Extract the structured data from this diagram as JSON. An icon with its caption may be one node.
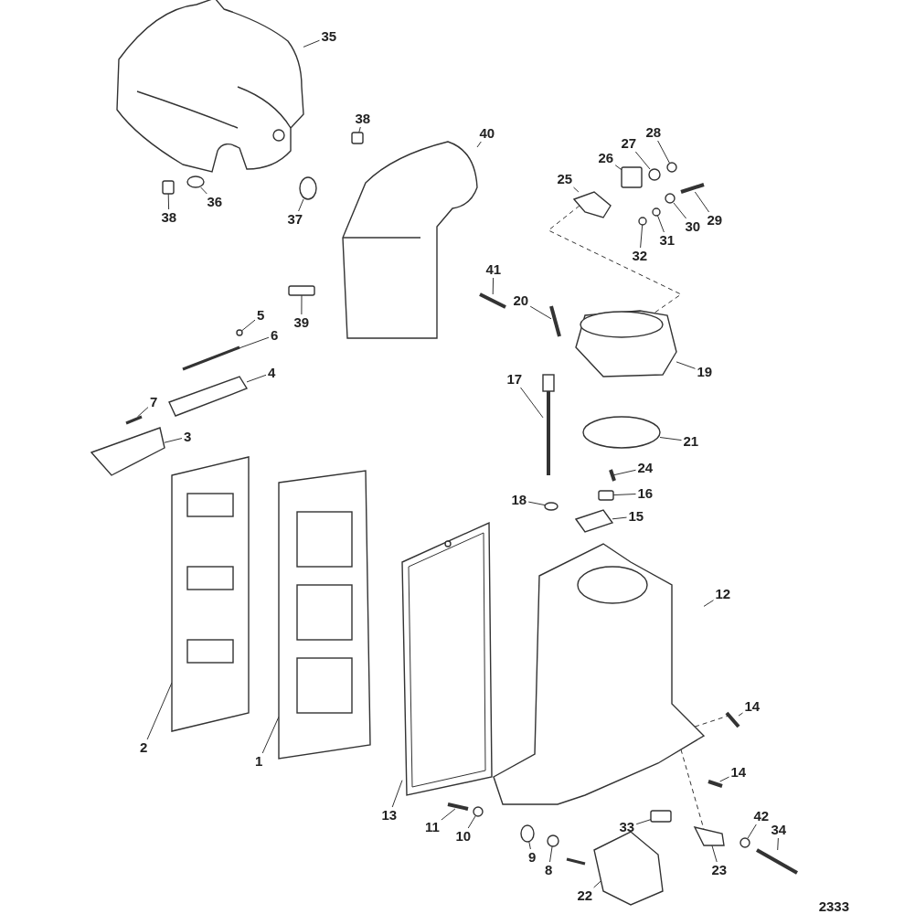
{
  "diagram": {
    "nodes": [
      {
        "text": [
          "35"
        ]
      },
      {
        "text": [
          "38"
        ]
      },
      {
        "text": [
          "38"
        ]
      },
      {
        "text": [
          "36"
        ]
      },
      {
        "text": [
          "37"
        ]
      },
      {
        "text": [
          "40"
        ]
      },
      {
        "text": [
          "28"
        ]
      },
      {
        "text": [
          "27"
        ]
      },
      {
        "text": [
          "26"
        ]
      },
      {
        "text": [
          "25"
        ]
      },
      {
        "text": [
          "29"
        ]
      },
      {
        "text": [
          "30"
        ]
      },
      {
        "text": [
          "31"
        ]
      },
      {
        "text": [
          "32"
        ]
      },
      {
        "text": [
          "41"
        ]
      },
      {
        "text": [
          "20"
        ]
      },
      {
        "text": [
          "39"
        ]
      },
      {
        "text": [
          "5"
        ]
      },
      {
        "text": [
          "6"
        ]
      },
      {
        "text": [
          "19"
        ]
      },
      {
        "text": [
          "4"
        ]
      },
      {
        "text": [
          "17"
        ]
      },
      {
        "text": [
          "7"
        ]
      },
      {
        "text": [
          "21"
        ]
      },
      {
        "text": [
          "3"
        ]
      },
      {
        "text": [
          "24"
        ]
      },
      {
        "text": [
          "18"
        ]
      },
      {
        "text": [
          "16"
        ]
      },
      {
        "text": [
          "15"
        ]
      },
      {
        "text": [
          "12"
        ]
      },
      {
        "text": [
          "14"
        ]
      },
      {
        "text": [
          "2"
        ]
      },
      {
        "text": [
          "1"
        ]
      },
      {
        "text": [
          "14"
        ]
      },
      {
        "text": [
          "13"
        ]
      },
      {
        "text": [
          "11"
        ]
      },
      {
        "text": [
          "10"
        ]
      },
      {
        "text": [
          "33"
        ]
      },
      {
        "text": [
          "42"
        ]
      },
      {
        "text": [
          "34"
        ]
      },
      {
        "text": [
          "9"
        ]
      },
      {
        "text": [
          "8"
        ]
      },
      {
        "text": [
          "23"
        ]
      },
      {
        "text": [
          "22"
        ]
      },
      {
        "text": [],
        "shape": "picture"
      },
      {
        "text": [],
        "shape": "box"
      },
      {
        "text": [],
        "shape": "box"
      },
      {
        "text": [],
        "shape": "circle"
      },
      {
        "text": [],
        "shape": "circle"
      },
      {
        "text": [],
        "shape": "picture"
      },
      {
        "text": [],
        "shape": "circle"
      },
      {
        "text": [],
        "shape": "circle"
      },
      {
        "text": [],
        "shape": "box"
      },
      {
        "text": [],
        "shape": "picture"
      },
      {
        "text": [],
        "shape": "picture"
      },
      {
        "text": [],
        "shape": "circle"
      },
      {
        "text": [],
        "shape": "circle"
      },
      {
        "text": [],
        "shape": "circle"
      },
      {
        "text": [],
        "shape": "picture"
      },
      {
        "text": [],
        "shape": "picture"
      },
      {
        "text": [],
        "shape": "box"
      },
      {
        "text": [],
        "shape": "circle"
      },
      {
        "text": [],
        "shape": "picture"
      },
      {
        "text": [],
        "shape": "picture"
      },
      {
        "text": [],
        "shape": "picture"
      },
      {
        "text": [],
        "shape": "picture"
      },
      {
        "text": [],
        "shape": "picture"
      },
      {
        "text": [],
        "shape": "circle"
      },
      {
        "text": [],
        "shape": "picture"
      },
      {
        "text": [],
        "shape": "picture"
      },
      {
        "text": [],
        "shape": "circle"
      },
      {
        "text": [],
        "shape": "box"
      },
      {
        "text": [],
        "shape": "picture"
      },
      {
        "text": [],
        "shape": "picture"
      },
      {
        "text": [],
        "shape": "picture"
      },
      {
        "text": [],
        "shape": "picture"
      },
      {
        "text": [],
        "shape": "picture"
      },
      {
        "text": [],
        "shape": "picture"
      },
      {
        "text": [],
        "shape": "picture"
      },
      {
        "text": [],
        "shape": "picture"
      },
      {
        "text": [],
        "shape": "circle"
      },
      {
        "text": [],
        "shape": "box"
      },
      {
        "text": [],
        "shape": "circle"
      },
      {
        "text": [],
        "shape": "picture"
      },
      {
        "text": [],
        "shape": "circle"
      },
      {
        "text": [],
        "shape": "circle"
      },
      {
        "text": [],
        "shape": "picture"
      },
      {
        "text": [],
        "shape": "picture"
      }
    ],
    "edges": [
      {
        "from": 0,
        "to": 44,
        "arrow": "none"
      },
      {
        "from": 1,
        "to": 45,
        "arrow": "none"
      },
      {
        "from": 2,
        "to": 46,
        "arrow": "none"
      },
      {
        "from": 3,
        "to": 47,
        "arrow": "none"
      },
      {
        "from": 4,
        "to": 48,
        "arrow": "none"
      },
      {
        "from": 5,
        "to": 49,
        "arrow": "none"
      },
      {
        "from": 6,
        "to": 50,
        "arrow": "none"
      },
      {
        "from": 7,
        "to": 51,
        "arrow": "none"
      },
      {
        "from": 8,
        "to": 52,
        "arrow": "none"
      },
      {
        "from": 9,
        "to": 53,
        "arrow": "none"
      },
      {
        "from": 10,
        "to": 54,
        "arrow": "none"
      },
      {
        "from": 11,
        "to": 55,
        "arrow": "none"
      },
      {
        "from": 12,
        "to": 56,
        "arrow": "none"
      },
      {
        "from": 13,
        "to": 57,
        "arrow": "none"
      },
      {
        "from": 14,
        "to": 58,
        "arrow": "none"
      },
      {
        "from": 15,
        "to": 59,
        "arrow": "none"
      },
      {
        "from": 16,
        "to": 60,
        "arrow": "none"
      },
      {
        "from": 17,
        "to": 61,
        "arrow": "none"
      },
      {
        "from": 18,
        "to": 62,
        "arrow": "none"
      },
      {
        "from": 19,
        "to": 63,
        "arrow": "none"
      },
      {
        "from": 20,
        "to": 64,
        "arrow": "none"
      },
      {
        "from": 21,
        "to": 65,
        "arrow": "none"
      },
      {
        "from": 22,
        "to": 66,
        "arrow": "none"
      },
      {
        "from": 23,
        "to": 67,
        "arrow": "none"
      },
      {
        "from": 24,
        "to": 68,
        "arrow": "none"
      },
      {
        "from": 25,
        "to": 69,
        "arrow": "none"
      },
      {
        "from": 26,
        "to": 70,
        "arrow": "none"
      },
      {
        "from": 27,
        "to": 71,
        "arrow": "none"
      },
      {
        "from": 28,
        "to": 72,
        "arrow": "none"
      },
      {
        "from": 29,
        "to": 73,
        "arrow": "none"
      },
      {
        "from": 30,
        "to": 74,
        "arrow": "none"
      },
      {
        "from": 31,
        "to": 75,
        "arrow": "none"
      },
      {
        "from": 32,
        "to": 76,
        "arrow": "none"
      },
      {
        "from": 33,
        "to": 77,
        "arrow": "none"
      },
      {
        "from": 34,
        "to": 78,
        "arrow": "none"
      },
      {
        "from": 35,
        "to": 79,
        "arrow": "none"
      },
      {
        "from": 36,
        "to": 80,
        "arrow": "none"
      },
      {
        "from": 37,
        "to": 81,
        "arrow": "none"
      },
      {
        "from": 38,
        "to": 82,
        "arrow": "none"
      },
      {
        "from": 39,
        "to": 83,
        "arrow": "none"
      },
      {
        "from": 40,
        "to": 84,
        "arrow": "none"
      },
      {
        "from": 41,
        "to": 85,
        "arrow": "none"
      },
      {
        "from": 42,
        "to": 86,
        "arrow": "none"
      },
      {
        "from": 43,
        "to": 87,
        "arrow": "none"
      },
      {
        "from": 53,
        "to": 63,
        "arrow": "none",
        "style": "dashed"
      },
      {
        "from": 73,
        "to": 74,
        "arrow": "none",
        "style": "dashed"
      },
      {
        "from": 73,
        "to": 86,
        "arrow": "none",
        "style": "dashed"
      }
    ],
    "labels": [
      "2333"
    ]
  }
}
